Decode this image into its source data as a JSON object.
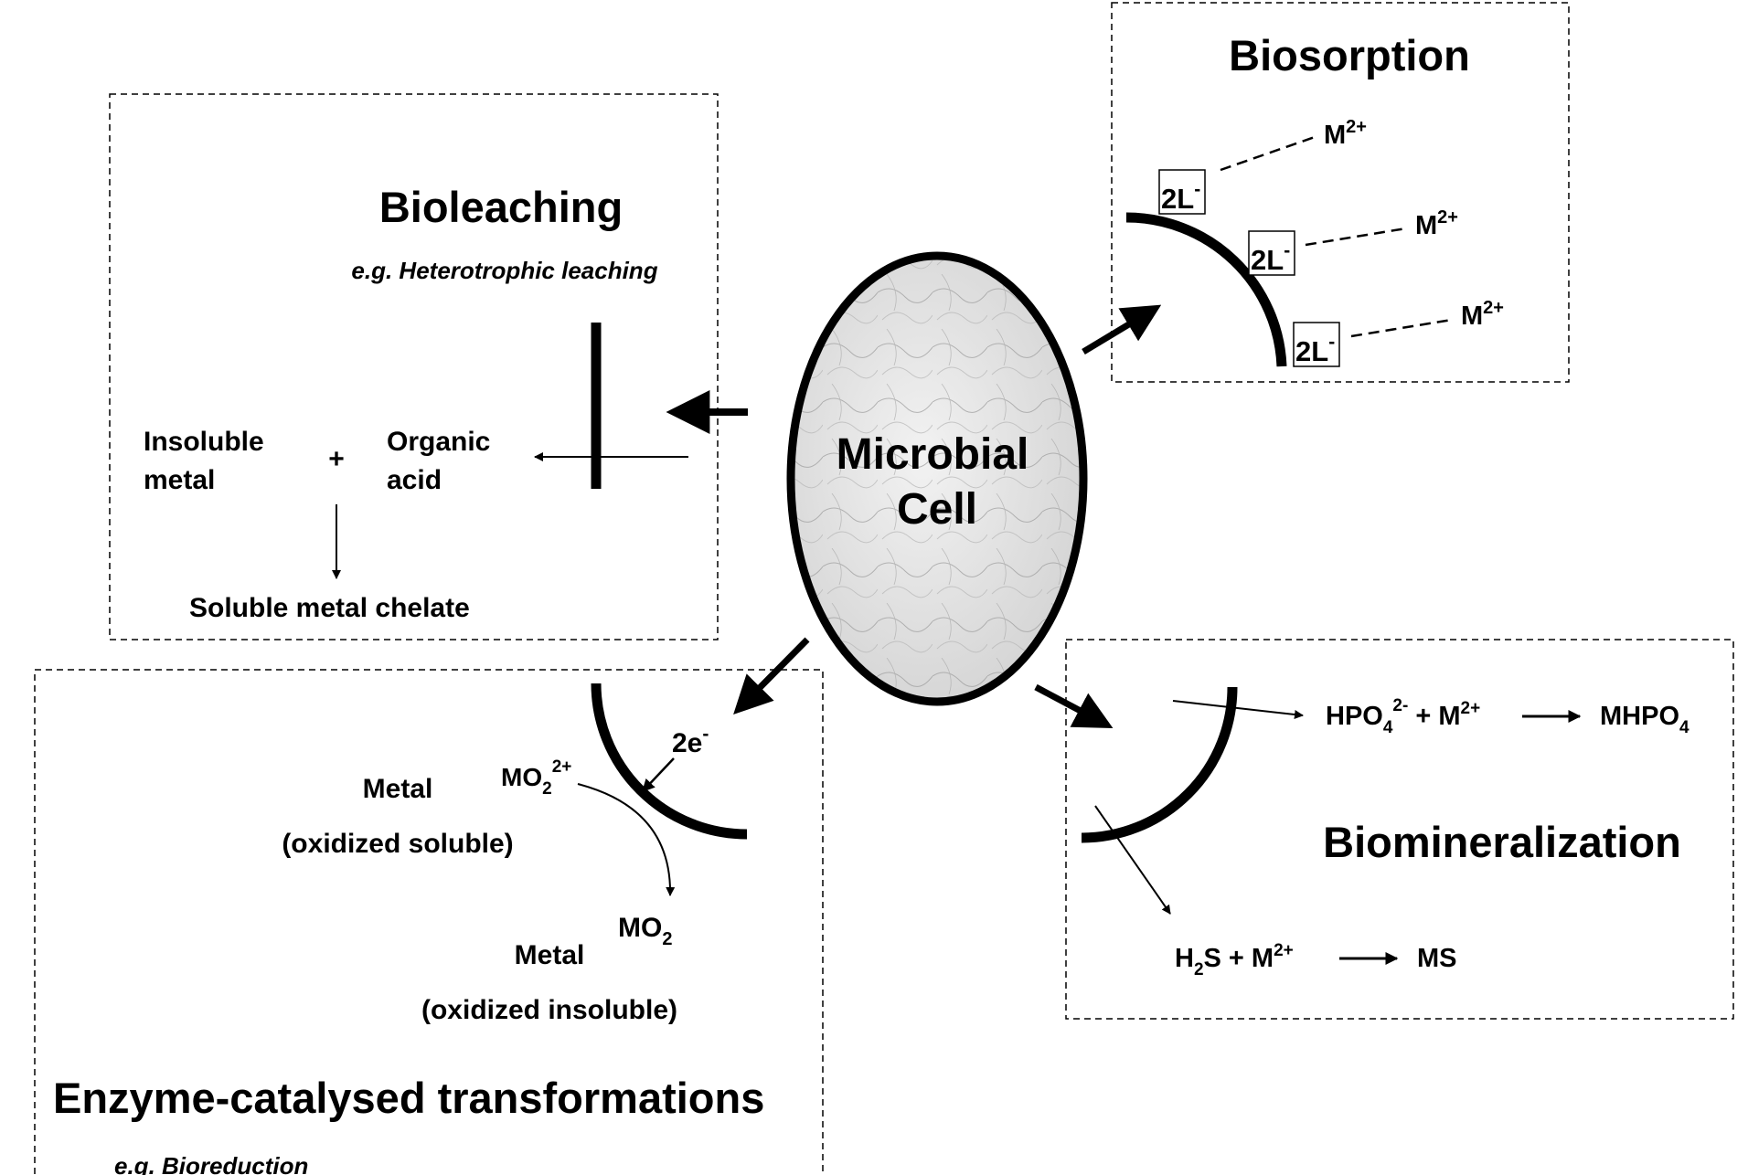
{
  "center": {
    "line1": "Microbial",
    "line2": "Cell"
  },
  "bioleaching": {
    "title": "Bioleaching",
    "example": "e.g. Heterotrophic leaching",
    "insoluble_line1": "Insoluble",
    "insoluble_line2": "metal",
    "plus": "+",
    "acid_line1": "Organic",
    "acid_line2": "acid",
    "product": "Soluble metal chelate"
  },
  "biosorption": {
    "title": "Biosorption",
    "ligand": "2L",
    "ligand_sup": "-",
    "metal": "M",
    "metal_sup": "2+"
  },
  "enzyme": {
    "title": "Enzyme-catalysed transformations",
    "example": "e.g. Bioreduction",
    "electron": "2e",
    "electron_sup": "-",
    "mo2_2plus": "MO",
    "mo2_2plus_sub": "2",
    "mo2_2plus_sup": "2+",
    "soluble_label": "Metal",
    "soluble_desc": "(oxidized soluble)",
    "mo2": "MO",
    "mo2_sub": "2",
    "insoluble_label": "Metal",
    "insoluble_desc": "(oxidized insoluble)"
  },
  "biomineralization": {
    "title": "Biomineralization",
    "phosphate": "HPO",
    "phosphate_sub": "4",
    "phosphate_sup": "2-",
    "plus_m": " + M",
    "m_sup": "2+",
    "phosphate_product": "MHPO",
    "phosphate_product_sub": "4",
    "sulfide": "H",
    "sulfide_sub": "2",
    "sulfide_rest": "S + M",
    "sulfide_m_sup": "2+",
    "sulfide_product": "MS"
  },
  "colors": {
    "ink": "#000000",
    "cell_fill": "#e6e6e6"
  }
}
